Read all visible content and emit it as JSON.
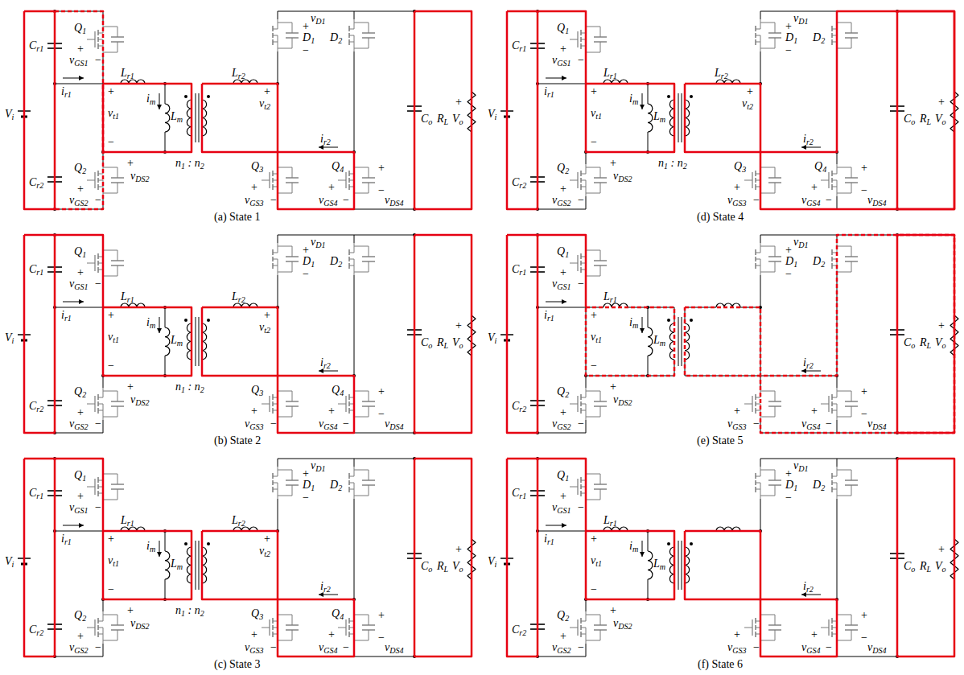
{
  "diagram": {
    "labels": [
      "Vi",
      "Cr1",
      "Q1",
      "+",
      "vGS1",
      "−",
      "ir1",
      "Lr1",
      "+",
      "vt1",
      "−",
      "im",
      "Lm",
      "n1 : n2",
      "Lr2",
      "+",
      "vt2",
      "vD1",
      "+",
      "D1",
      "−",
      "D2",
      "ir2",
      "Cr2",
      "Q2",
      "+",
      "vGS2",
      "−",
      "+",
      "vDS2",
      "Q3",
      "+",
      "vGS3",
      "−",
      "Q4",
      "+",
      "vGS4",
      "−",
      "+",
      "−",
      "vDS4",
      "Co",
      "RL",
      "+",
      "Vo",
      "(a) State 1",
      "Vi",
      "Cr1",
      "Q1",
      "+",
      "vGS1",
      "−",
      "ir1",
      "Lr1",
      "+",
      "vt1",
      "−",
      "im",
      "Lm",
      "n1 : n2",
      "Lr2",
      "+",
      "vt2",
      "vD1",
      "+",
      "D1",
      "−",
      "D2",
      "ir2",
      "Cr2",
      "Q2",
      "+",
      "vGS2",
      "−",
      "+",
      "vDS2",
      "Q3",
      "+",
      "vGS3",
      "−",
      "Q4",
      "+",
      "vGS4",
      "−",
      "+",
      "−",
      "vDS4",
      "Co",
      "RL",
      "+",
      "Vo",
      "(b) State 2",
      "Vi",
      "Cr1",
      "Q1",
      "+",
      "vGS1",
      "−",
      "ir1",
      "Lr1",
      "+",
      "vt1",
      "−",
      "im",
      "Lm",
      "n1 : n2",
      "Lr2",
      "+",
      "vt2",
      "vD1",
      "+",
      "D1",
      "−",
      "D2",
      "ir2",
      "Cr2",
      "Q2",
      "+",
      "vGS2",
      "−",
      "+",
      "vDS2",
      "Q3",
      "+",
      "vGS3",
      "−",
      "Q4",
      "+",
      "vGS4",
      "−",
      "+",
      "−",
      "vDS4",
      "Co",
      "RL",
      "+",
      "Vo",
      "(c) State 3",
      "Vi",
      "Cr1",
      "Q1",
      "+",
      "vGS1",
      "−",
      "ir1",
      "Lr1",
      "+",
      "vt1",
      "−",
      "im",
      "Lm",
      "n1 : n2",
      "Lr2",
      "+",
      "vt2",
      "vD1",
      "+",
      "D1",
      "−",
      "D2",
      "ir2",
      "Cr2",
      "Q2",
      "+",
      "vGS2",
      "−",
      "+",
      "vDS2",
      "Q3",
      "+",
      "vGS3",
      "−",
      "Q4",
      "+",
      "vGS4",
      "−",
      "+",
      "−",
      "vDS4",
      "Co",
      "RL",
      "+",
      "Vo",
      "(d) State 4",
      "Vi",
      "Cr1",
      "Q1",
      "+",
      "vGS1",
      "−",
      "ir1",
      "Lr1",
      "+",
      "vt1",
      "−",
      "im",
      "Lm",
      "vD1",
      "+",
      "D1",
      "−",
      "D2",
      "ir2",
      "Cr2",
      "Q2",
      "+",
      "vGS2",
      "−",
      "+",
      "vDS2",
      "+",
      "vGS3",
      "−",
      "+",
      "vGS4",
      "−",
      "+",
      "−",
      "vDS4",
      "Co",
      "RL",
      "+",
      "Vo",
      "(e) State 5",
      "Vi",
      "Cr1",
      "Q1",
      "+",
      "vGS1",
      "−",
      "ir1",
      "Lr1",
      "+",
      "vt1",
      "−",
      "im",
      "Lm",
      "vD1",
      "+",
      "D1",
      "−",
      "D2",
      "ir2",
      "Cr2",
      "Q2",
      "+",
      "vGS2",
      "−",
      "+",
      "vDS2",
      "+",
      "vGS3",
      "−",
      "+",
      "vGS4",
      "−",
      "+",
      "−",
      "vDS4",
      "Co",
      "RL",
      "+",
      "Vo",
      "(f) State 6"
    ]
  }
}
